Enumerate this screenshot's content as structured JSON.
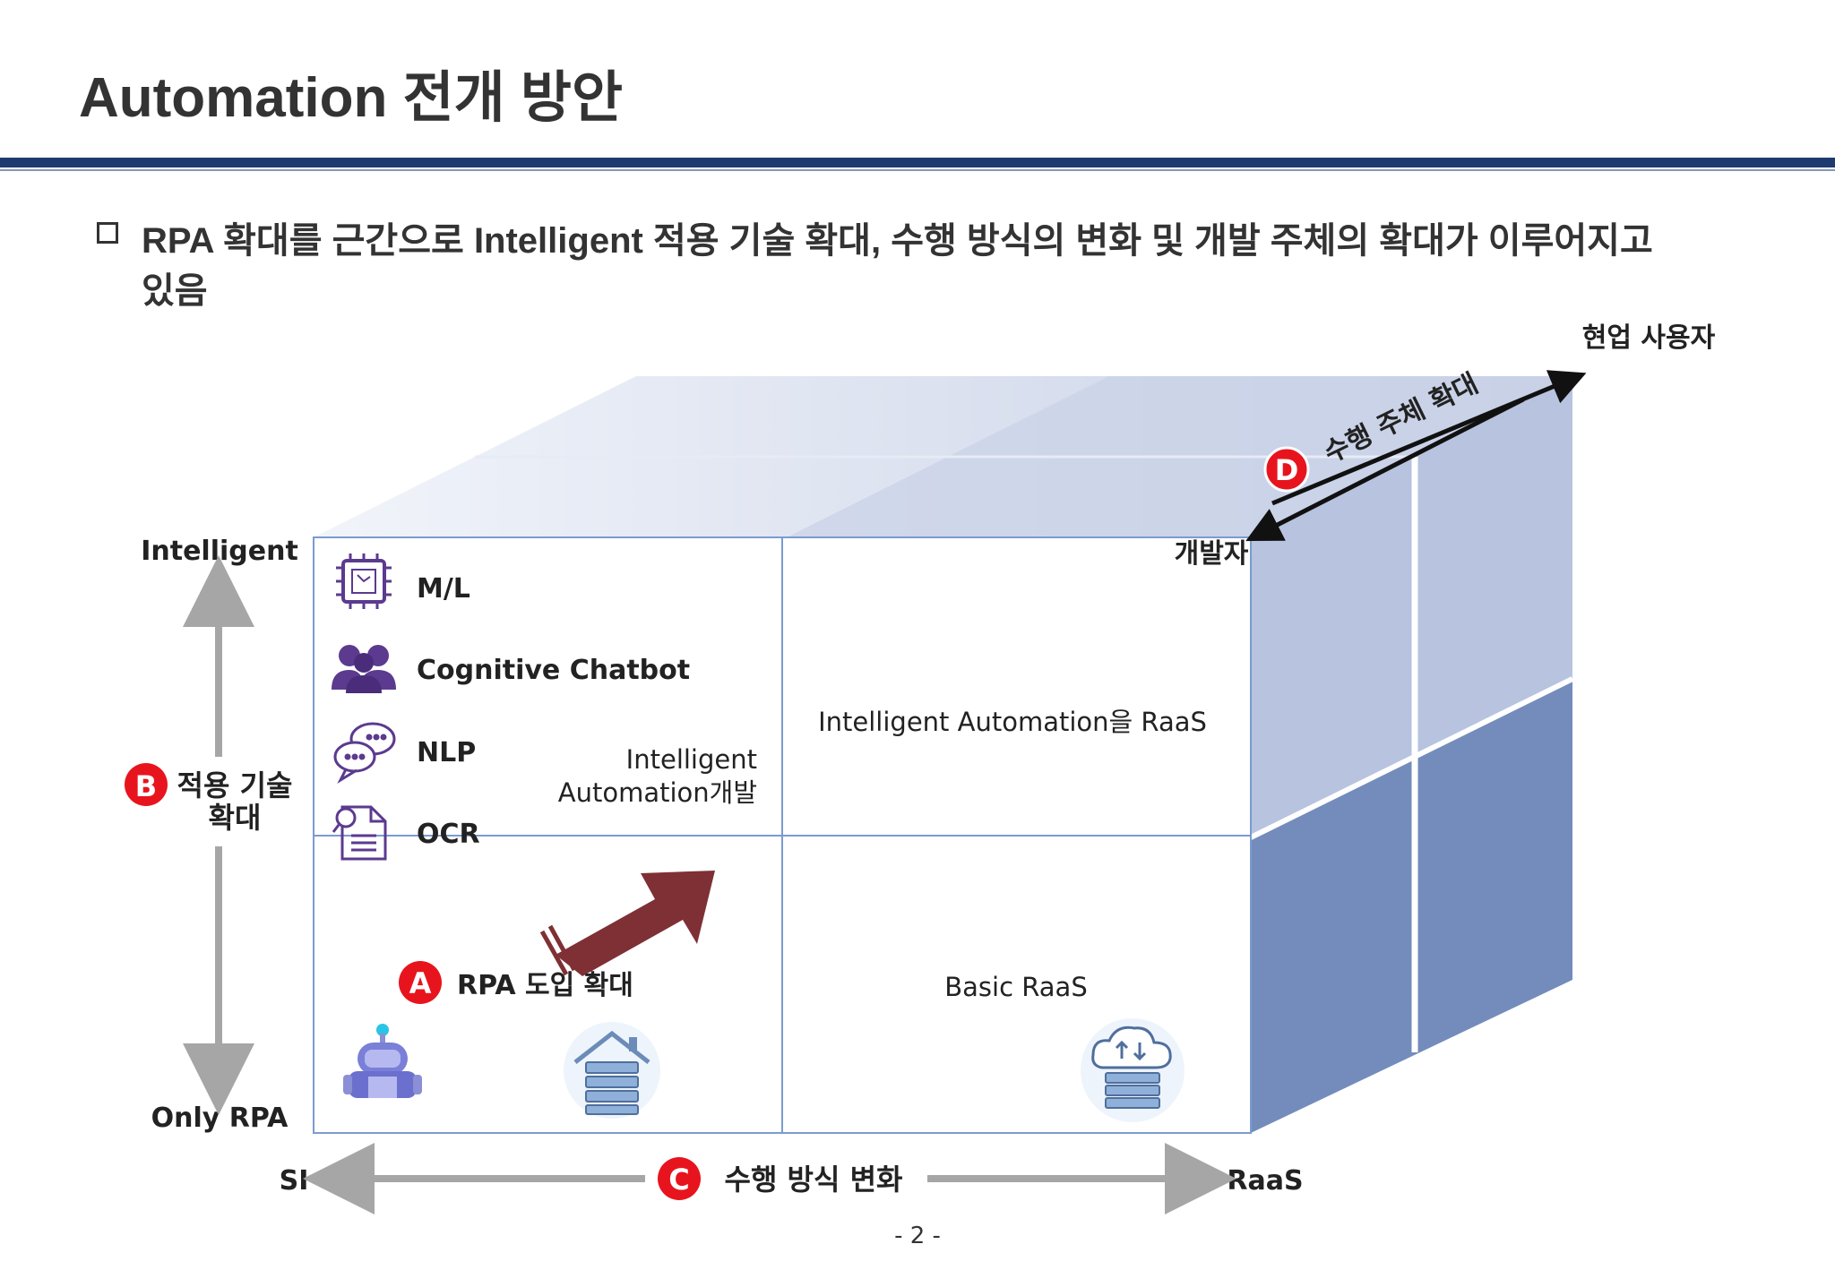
{
  "header": {
    "title": "Automation 전개 방안",
    "bullet_line1": "RPA 확대를 근간으로 Intelligent 적용 기술 확대, 수행 방식의 변화 및 개발 주체의 확대가 이루어지고",
    "bullet_line2": "있음"
  },
  "diagram": {
    "axis_y": {
      "top": "Intelligent",
      "bottom": "Only RPA",
      "badge": "B",
      "label_line1": "적용 기술",
      "label_line2": "확대"
    },
    "axis_x": {
      "left": "SI",
      "right": "RaaS",
      "badge": "C",
      "label": "수행 방식 변화"
    },
    "axis_z": {
      "near": "개발자",
      "far": "현업 사용자",
      "badge": "D",
      "label": "수행 주체 확대"
    },
    "technologies": [
      {
        "label": "M/L",
        "icon": "chip-icon"
      },
      {
        "label": "Cognitive Chatbot",
        "icon": "people-icon"
      },
      {
        "label": "NLP",
        "icon": "chat-bubbles-icon"
      },
      {
        "label": "OCR",
        "icon": "document-search-icon"
      }
    ],
    "quadrants": {
      "top_left": {
        "line1": "Intelligent",
        "line2": "Automation개발"
      },
      "top_right": "Intelligent Automation을 RaaS",
      "bottom_left": {
        "badge": "A",
        "label": "RPA 도입 확대"
      },
      "bottom_right": "Basic RaaS"
    },
    "icons": [
      "robot-icon",
      "house-server-icon",
      "cloud-server-icon"
    ]
  },
  "footer": {
    "page_number": "- 2 -"
  },
  "colors": {
    "navy": "#1f3a6e",
    "badge_red": "#e8141d",
    "arrow_red": "#7f3035",
    "cube_light": "#b7c3df",
    "cube_dark": "#738cbc",
    "purple": "#5b3a8f"
  }
}
